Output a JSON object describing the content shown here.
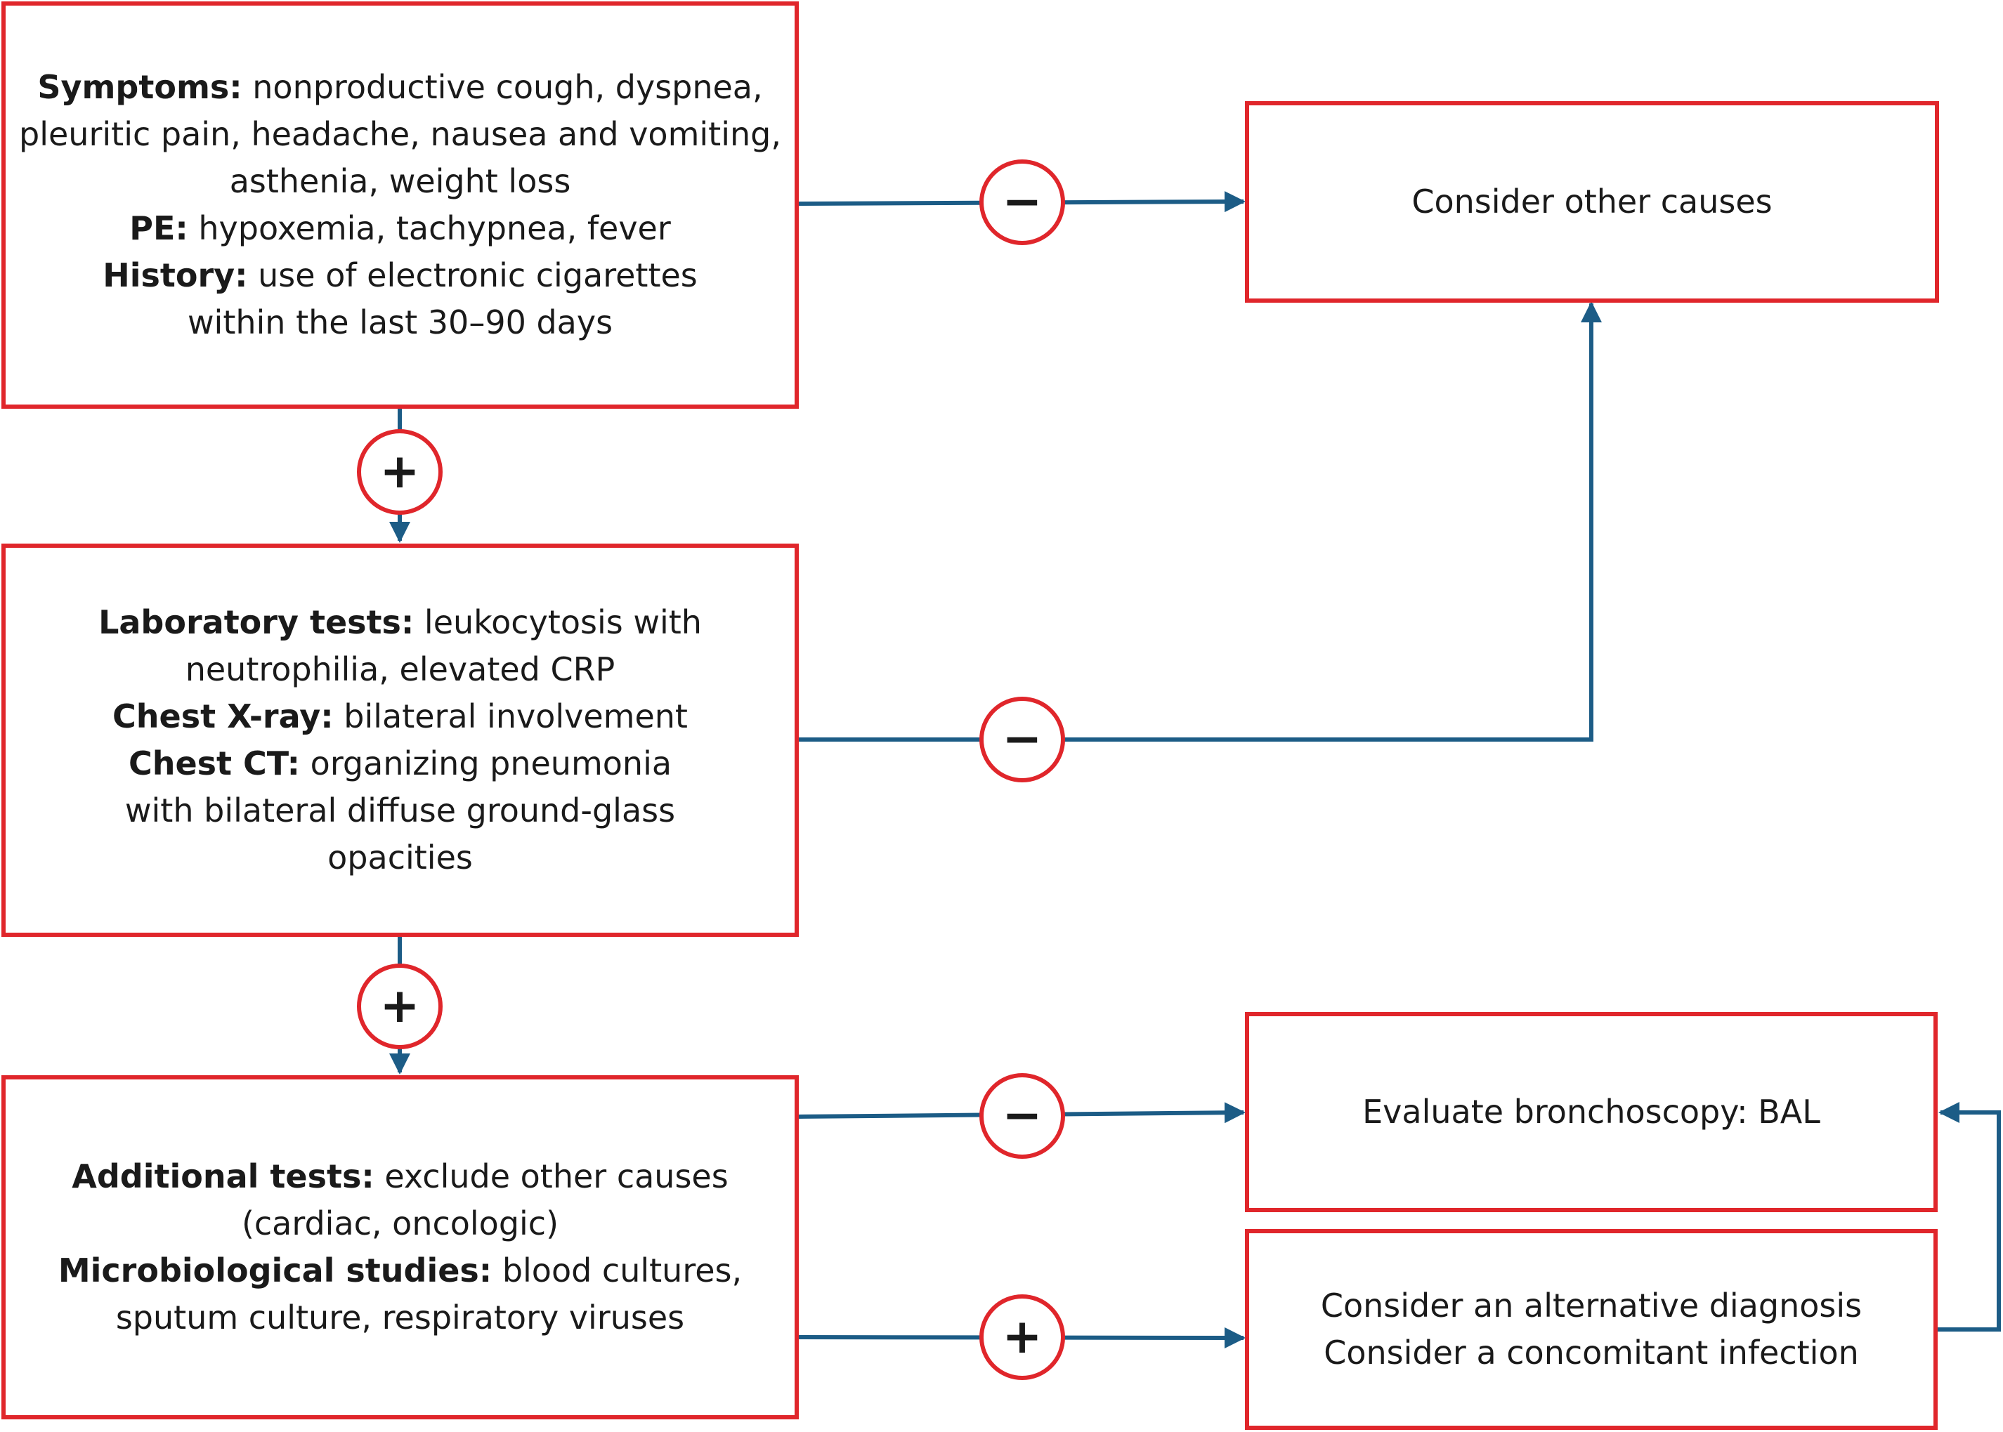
{
  "colors": {
    "box_border": "#e0262b",
    "connector": "#1c5c86",
    "text": "#1a1a1a"
  },
  "boxes": {
    "clinical": {
      "lines": [
        {
          "label": "Symptoms:",
          "text": " nonproductive cough, dyspnea,"
        },
        {
          "label": "",
          "text": "pleuritic pain, headache, nausea and vomiting,"
        },
        {
          "label": "",
          "text": "asthenia, weight loss"
        },
        {
          "label": "PE:",
          "text": " hypoxemia, tachypnea, fever"
        },
        {
          "label": "History:",
          "text": " use of electronic cigarettes"
        },
        {
          "label": "",
          "text": "within the last 30–90 days"
        }
      ]
    },
    "imaging": {
      "lines": [
        {
          "label": "Laboratory tests:",
          "text": " leukocytosis with"
        },
        {
          "label": "",
          "text": "neutrophilia, elevated CRP"
        },
        {
          "label": "Chest X-ray:",
          "text": " bilateral involvement"
        },
        {
          "label": "Chest CT:",
          "text": " organizing pneumonia"
        },
        {
          "label": "",
          "text": "with bilateral diffuse ground-glass"
        },
        {
          "label": "",
          "text": "opacities"
        }
      ]
    },
    "additional": {
      "lines": [
        {
          "label": "Additional tests:",
          "text": " exclude other causes"
        },
        {
          "label": "",
          "text": "(cardiac, oncologic)"
        },
        {
          "label": "Microbiological studies:",
          "text": " blood cultures,"
        },
        {
          "label": "",
          "text": "sputum culture, respiratory viruses"
        }
      ]
    },
    "other_causes": {
      "lines": [
        {
          "label": "",
          "text": "Consider other causes"
        }
      ]
    },
    "bronchoscopy": {
      "lines": [
        {
          "label": "",
          "text": "Evaluate bronchoscopy: BAL"
        }
      ]
    },
    "alternative": {
      "lines": [
        {
          "label": "",
          "text": "Consider an alternative diagnosis"
        },
        {
          "label": "",
          "text": "Consider a concomitant infection"
        }
      ]
    }
  },
  "signs": {
    "clinical_negative": "−",
    "clinical_positive": "+",
    "imaging_negative": "−",
    "imaging_positive": "+",
    "additional_negative": "−",
    "additional_positive": "+"
  }
}
